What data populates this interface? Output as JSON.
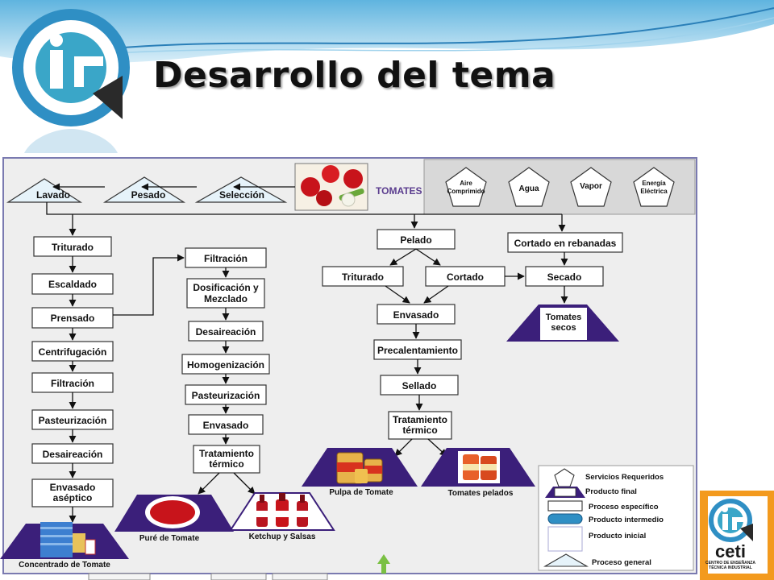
{
  "slide": {
    "title": "Desarrollo del tema"
  },
  "inputs": {
    "tomates": "TOMATES",
    "services": [
      {
        "lines": [
          "Aire",
          "Comprimido"
        ]
      },
      {
        "lines": [
          "Agua"
        ]
      },
      {
        "lines": [
          "Vapor"
        ]
      },
      {
        "lines": [
          "Energía",
          "Eléctrica"
        ]
      }
    ]
  },
  "general": {
    "lavado": "Lavado",
    "pesado": "Pesado",
    "seleccion": "Selección"
  },
  "col1": [
    "Triturado",
    "Escaldado",
    "Prensado",
    "Centrifugación",
    "Filtración",
    "Pasteurización",
    "Desaireación"
  ],
  "col1_last": [
    "Envasado",
    "aséptico"
  ],
  "col2": [
    "Filtración",
    "Desaireación",
    "Homogenización",
    "Pasteurización",
    "Envasado"
  ],
  "col2_multi": {
    "dosificacion": [
      "Dosificación y",
      "Mezclado"
    ],
    "tratamiento": [
      "Tratamiento",
      "térmico"
    ]
  },
  "col3": {
    "pelado": "Pelado",
    "triturado": "Triturado",
    "cortado": "Cortado",
    "envasado": "Envasado",
    "precalentamiento": "Precalentamiento",
    "sellado": "Sellado",
    "tratamiento": [
      "Tratamiento",
      "térmico"
    ]
  },
  "col4": {
    "cortado_rebanadas": "Cortado en rebanadas",
    "secado": "Secado",
    "tomates_secos": [
      "Tomates",
      "secos"
    ]
  },
  "finals": {
    "concentrado": "Concentrado de Tomate",
    "pure": "Puré de Tomate",
    "ketchup": "Ketchup y Salsas",
    "pulpa": "Pulpa de Tomate",
    "pelados": "Tomates pelados"
  },
  "legend": {
    "servicios": "Servicios Requeridos",
    "producto_final": "Producto final",
    "proceso_especifico": "Proceso específico",
    "producto_intermedio": "Producto intermedio",
    "producto_inicial": "Producto inicial",
    "proceso_general": "Proceso general"
  },
  "logo": {
    "name": "ceti",
    "subtitle": [
      "CENTRO DE ENSEÑANZA",
      "TÉCNICA INDUSTRIAL"
    ]
  },
  "colors": {
    "purple": "#3b1f7a",
    "lavender": "#6d5aa6",
    "panel": "#eeeeee",
    "accent_blue": "#2f8fc4",
    "teal": "#3aa6c8"
  }
}
